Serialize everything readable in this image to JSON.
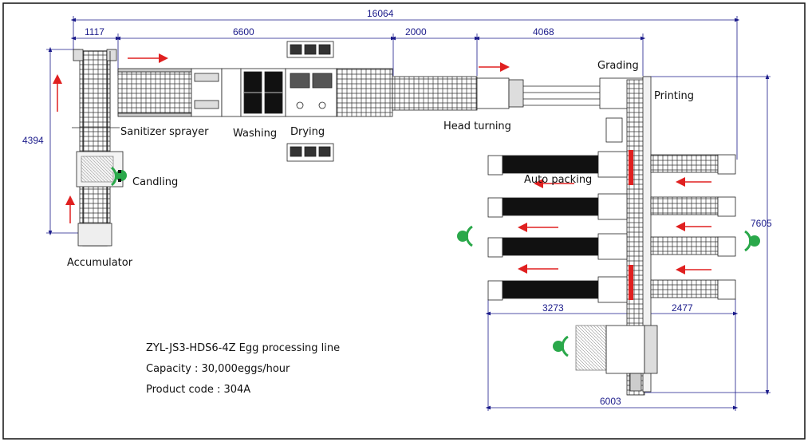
{
  "dimensions": {
    "overall_width": "16064",
    "accumulator_width": "1117",
    "washing_section": "6600",
    "head_turning_section": "2000",
    "grading_section": "4068",
    "left_height": "4394",
    "right_height": "7605",
    "packing_left": "3273",
    "packing_right": "2477",
    "bottom_width": "6003"
  },
  "labels": {
    "grading": "Grading",
    "printing": "Printing",
    "sanitizer": "Sanitizer sprayer",
    "washing": "Washing",
    "drying": "Drying",
    "head_turning": "Head turning",
    "candling": "Candling",
    "auto_packing": "Auto packing",
    "accumulator": "Accumulator"
  },
  "info": {
    "model": "ZYL-JS3-HDS6-4Z Egg processing line",
    "capacity": "Capacity : 30,000eggs/hour",
    "product_code": "Product code : 304A"
  },
  "colors": {
    "dimension": "#1a1a8a",
    "flow_arrow": "#e02020",
    "operator": "#2aa84a"
  }
}
